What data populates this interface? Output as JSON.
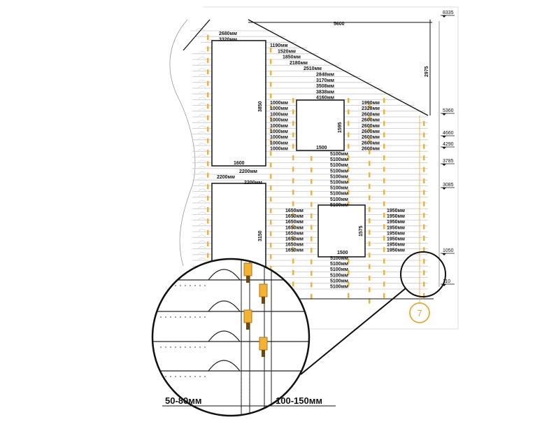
{
  "colors": {
    "dowel": "#f2b233",
    "dowel_edge": "#b07a10",
    "log_line": "#c8c8c8",
    "ink": "#111111",
    "marker": "#e8a93a"
  },
  "drawing": {
    "top_dimension": "5600",
    "roof_height": "2975",
    "levels": [
      "8335",
      "5360",
      "4660",
      "4290",
      "3785",
      "3085",
      "1050",
      "110"
    ],
    "gable_top_labels": [
      "2680мм",
      "3320мм"
    ],
    "gable_step_labels": [
      "1190мм",
      "1520мм",
      "1850мм",
      "2180мм",
      "2510мм",
      "2848мм",
      "3170мм",
      "3508мм",
      "3838мм",
      "4160мм"
    ],
    "upper_left_labels": [
      "1000мм",
      "1000мм",
      "1000мм",
      "1000мм",
      "1000мм",
      "1000мм",
      "1000мм",
      "1000мм",
      "1000мм"
    ],
    "upper_right_labels": [
      "1990мм",
      "2328мм",
      "2600мм",
      "2600мм",
      "2600мм",
      "2600мм",
      "2600мм",
      "2600мм",
      "2600мм"
    ],
    "middle_labels": [
      "5100мм",
      "5100мм",
      "5100мм",
      "5100мм",
      "5100мм",
      "5100мм",
      "5100мм",
      "5100мм",
      "5100мм",
      "5100мм"
    ],
    "lower_left_labels": [
      "1650мм",
      "1650мм",
      "1650мм",
      "1650мм",
      "1650мм",
      "1650мм",
      "1650мм",
      "1650мм"
    ],
    "lower_right_labels": [
      "1950мм",
      "1950мм",
      "1950мм",
      "1950мм",
      "1950мм",
      "1950мм",
      "1950мм",
      "1950мм"
    ],
    "bottom_labels": [
      "5100мм",
      "5100мм",
      "5100мм",
      "5100мм",
      "5100мм",
      "5100мм"
    ],
    "door_upper": {
      "height": "3850",
      "width": "1600"
    },
    "door_lower": {
      "height": "3150"
    },
    "floor_labels": [
      "2200мм",
      "2200мм",
      "2200мм"
    ],
    "window_upper": {
      "height": "1595",
      "width": "1500"
    },
    "window_lower": {
      "height": "1575",
      "width": "1500"
    },
    "axis_marker": "7"
  },
  "detail": {
    "gap_label": "50-80мм",
    "spacing_label": "100-150мм"
  }
}
